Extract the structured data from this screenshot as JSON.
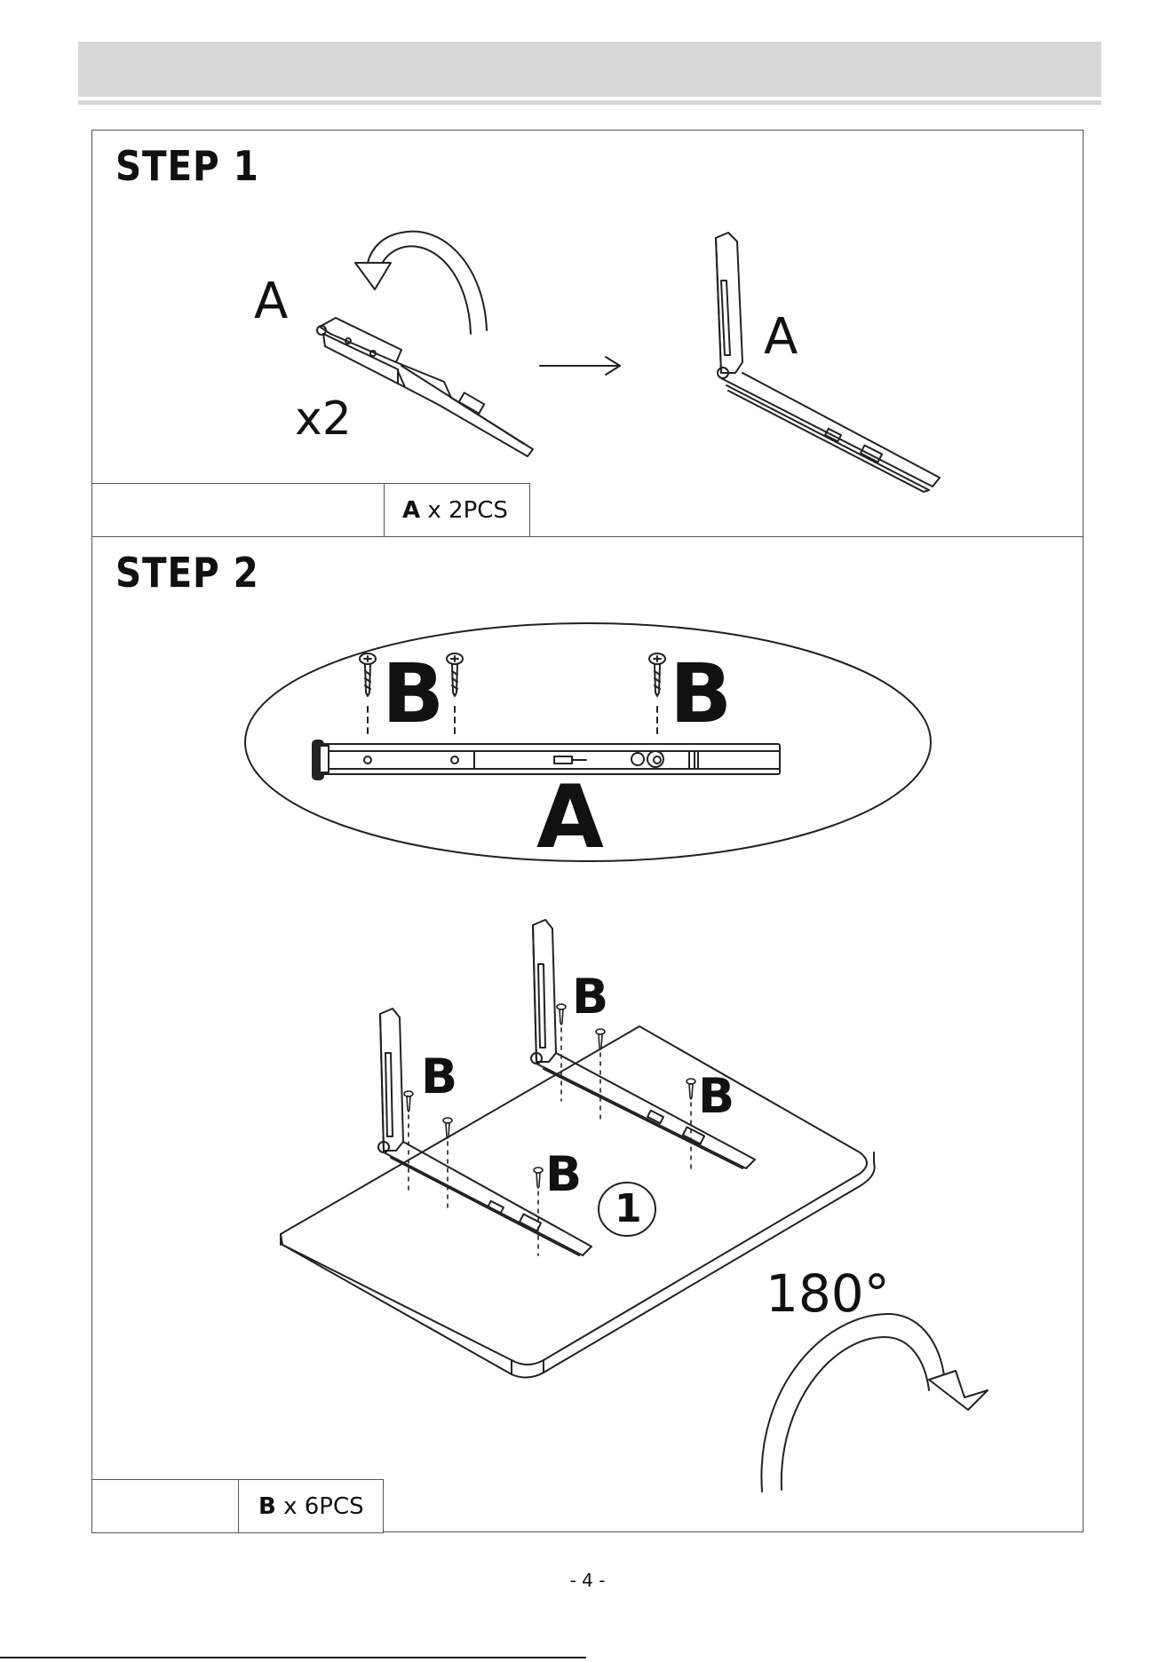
{
  "step1": {
    "title": "STEP 1",
    "part_label_left": "A",
    "quantity": "x2",
    "part_label_right": "A",
    "parts": {
      "letter": "A",
      "count": " x 2PCS"
    }
  },
  "step2": {
    "title": "STEP 2",
    "detail_screw_left": "B",
    "detail_screw_right": "B",
    "detail_part": "A",
    "screw_labels": [
      "B",
      "B",
      "B",
      "B"
    ],
    "callout_number": "1",
    "rotation": "180°",
    "parts": {
      "letter": "B",
      "count": " x 6PCS"
    }
  },
  "page_number": "- 4 -"
}
